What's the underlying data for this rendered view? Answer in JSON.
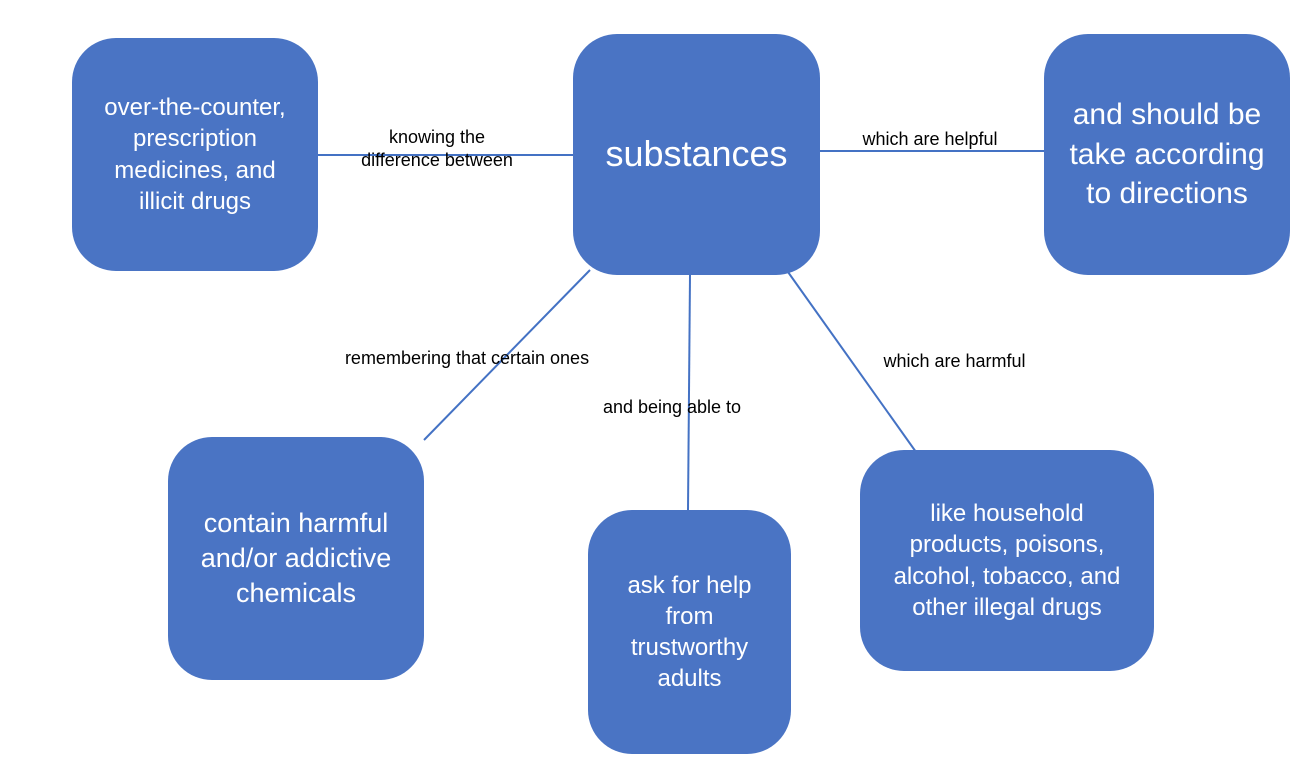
{
  "colors": {
    "node_fill": "#4a74c4",
    "connector": "#4472c4",
    "node_text": "#ffffff",
    "edge_label_text": "#000000",
    "background": "#ffffff"
  },
  "diagram": {
    "type": "concept-map",
    "center_node": {
      "label": "substances"
    },
    "nodes": {
      "top_left": {
        "label": "over-the-counter, prescription medicines, and illicit drugs"
      },
      "top_right": {
        "label": "and should be take according to directions"
      },
      "bottom_left": {
        "label": "contain harmful and/or addictive chemicals"
      },
      "bottom_middle": {
        "label": "ask for help from trustworthy adults"
      },
      "bottom_right": {
        "label": "like household products, poisons, alcohol, tobacco, and other illegal drugs"
      }
    },
    "edge_labels": {
      "top_left": "knowing the difference between",
      "top_right": "which are helpful",
      "bottom_left": "remembering that certain ones",
      "bottom_middle": "and being able to",
      "bottom_right": "which are harmful"
    },
    "edges": [
      {
        "from": "substances",
        "to": "top_left",
        "label": "knowing the difference between"
      },
      {
        "from": "substances",
        "to": "top_right",
        "label": "which are helpful"
      },
      {
        "from": "substances",
        "to": "bottom_left",
        "label": "remembering that certain ones"
      },
      {
        "from": "substances",
        "to": "bottom_middle",
        "label": "and being able to"
      },
      {
        "from": "substances",
        "to": "bottom_right",
        "label": "which are harmful"
      }
    ]
  }
}
